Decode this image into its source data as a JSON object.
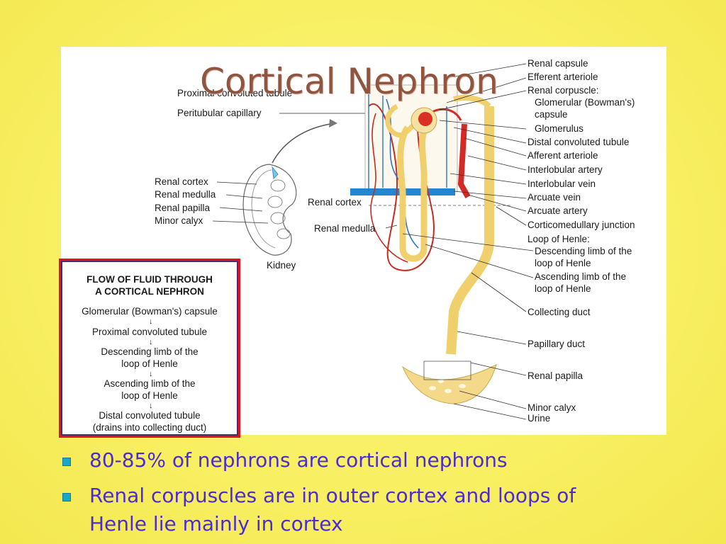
{
  "slide": {
    "title": "Cortical Nephron",
    "bullets": [
      "80-85% of nephrons are cortical nephrons",
      "Renal corpuscles are in outer cortex and loops of",
      "Henle lie mainly in cortex"
    ]
  },
  "diagram": {
    "left_labels": [
      "Proximal convoluted tubule",
      "Peritubular capillary",
      "Renal cortex",
      "Renal medulla",
      "Renal papilla",
      "Minor calyx",
      "Kidney"
    ],
    "middle_labels": [
      "Renal cortex",
      "Renal medulla"
    ],
    "right_labels": [
      "Renal capsule",
      "Efferent arteriole",
      "Renal corpuscle:",
      "Glomerular (Bowman's)",
      "capsule",
      "Glomerulus",
      "Distal convoluted tubule",
      "Afferent arteriole",
      "Interlobular artery",
      "Interlobular vein",
      "Arcuate vein",
      "Arcuate artery",
      "Corticomedullary junction",
      "Loop of Henle:",
      "Descending limb of the",
      "loop of Henle",
      "Ascending limb of the",
      "loop of Henle",
      "Collecting duct",
      "Papillary duct",
      "Renal papilla",
      "Minor calyx",
      "Urine"
    ]
  },
  "flow_box": {
    "title_line1": "FLOW OF FLUID THROUGH",
    "title_line2": "A CORTICAL NEPHRON",
    "steps": [
      "Glomerular (Bowman's) capsule",
      "Proximal convoluted tubule",
      "Descending limb of the",
      "loop of Henle",
      "Ascending limb of the",
      "loop of Henle",
      "Distal convoluted tubule",
      "(drains into collecting duct)"
    ],
    "arrow_glyph": "↓"
  },
  "colors": {
    "background": "#f8ef62",
    "title": "#8f5540",
    "bullet_text": "#4b2bd4",
    "bullet_marker": "#1aa6c9",
    "box_border": "#e3141c",
    "artery": "#d42a25",
    "vein": "#1f7bc8",
    "tubule": "#f3d57a"
  }
}
